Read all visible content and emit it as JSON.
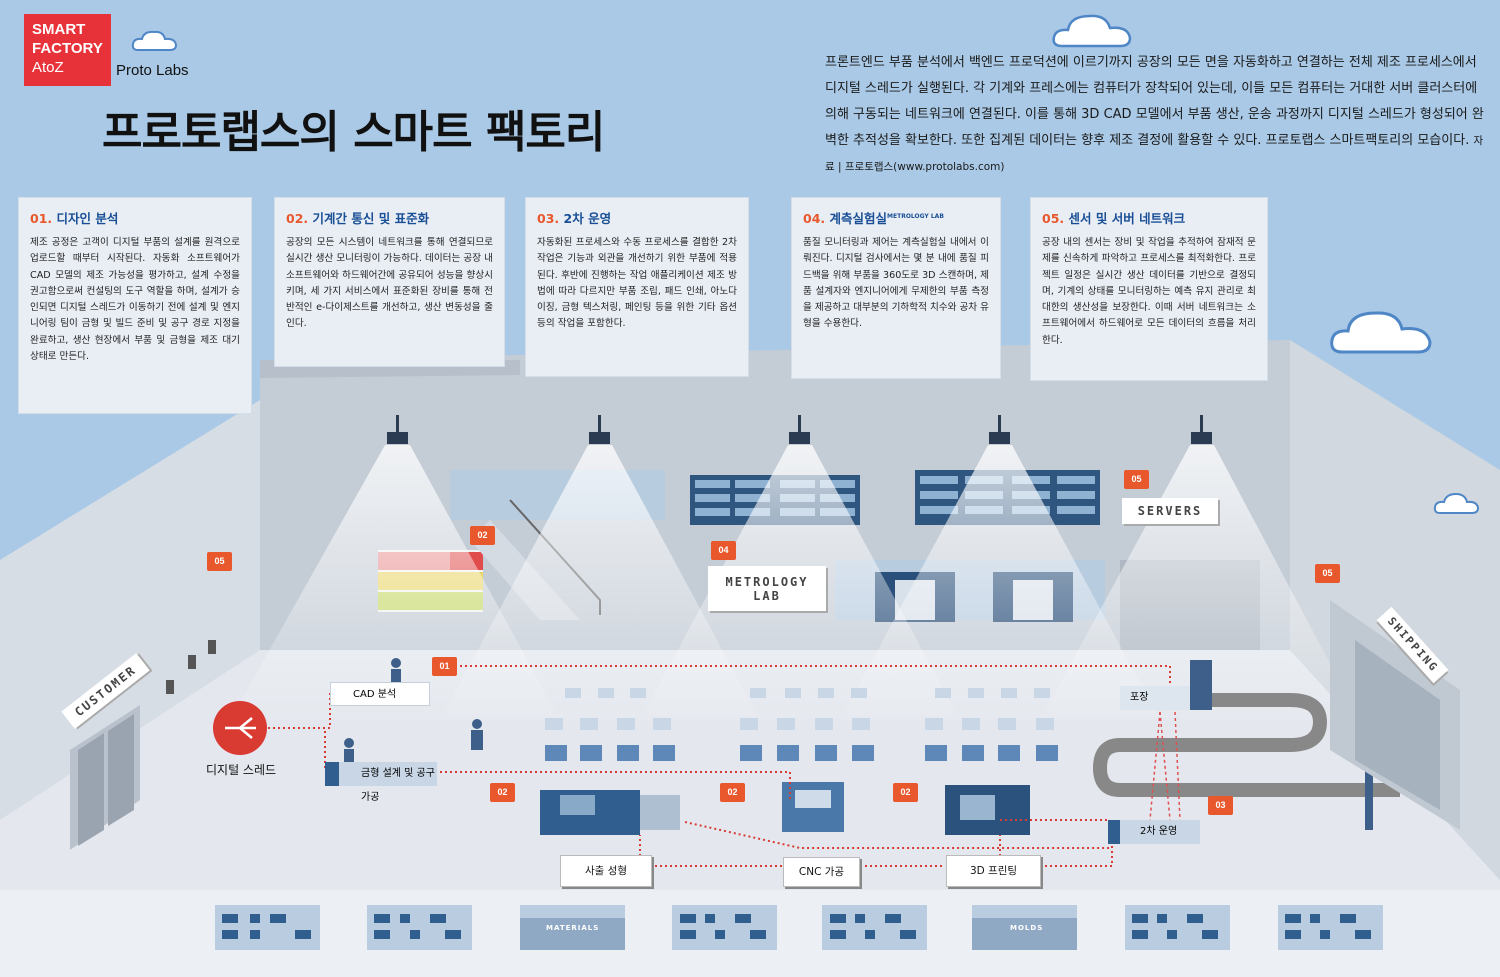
{
  "logo": {
    "line1": "SMART",
    "line2": "FACTORY",
    "line3": "AtoZ"
  },
  "brand": "Proto Labs",
  "title": "프로토랩스의 스마트 팩토리",
  "intro": {
    "text": "프론트엔드 부품 분석에서 백엔드 프로덕션에 이르기까지 공장의 모든 면을 자동화하고 연결하는 전체 제조 프로세스에서 디지털 스레드가 실행된다. 각 기계와 프레스에는 컴퓨터가 장착되어 있는데, 이들 모든 컴퓨터는 거대한 서버 클러스터에 의해 구동되는 네트워크에 연결된다. 이를 통해 3D CAD 모델에서 부품 생산, 운송 과정까지 디지털 스레드가 형성되어 완벽한 추적성을 확보한다. 또한 집계된 데이터는 향후 제조 결정에 활용할 수 있다. 프로토랩스 스마트팩토리의 모습이다.",
    "source": "자료 | 프로토랩스(www.protolabs.com)"
  },
  "cards": [
    {
      "num": "01.",
      "title": "디자인 분석",
      "sup": "",
      "text": "제조 공정은 고객이 디지털 부품의 설계를 원격으로 업로드할 때부터 시작된다. 자동화 소프트웨어가 CAD 모델의 제조 가능성을 평가하고, 설계 수정을 권고함으로써 컨설팅의 도구 역할을 하며, 설계가 승인되면 디지털 스레드가 이동하기 전에 설계 및 엔지니어링 팀이 금형 및 빌드 준비 및 공구 경로 지정을 완료하고, 생산 현장에서 부품 및 금형을 제조 대기 상태로 만든다."
    },
    {
      "num": "02.",
      "title": "기계간 통신 및 표준화",
      "sup": "",
      "text": "공장의 모든 시스템이 네트워크를 통해 연결되므로 실시간 생산 모니터링이 가능하다. 데이터는 공장 내 소프트웨어와 하드웨어간에 공유되어 성능을 향상시키며, 세 가지 서비스에서 표준화된 장비를 통해 전반적인 e-다이제스트를 개선하고, 생산 변동성을 줄인다."
    },
    {
      "num": "03.",
      "title": "2차 운영",
      "sup": "",
      "text": "자동화된 프로세스와 수동 프로세스를 결합한 2차 작업은 기능과 외관을 개선하기 위한 부품에 적용된다. 후반에 진행하는 작업 애플리케이션 제조 방법에 따라 다르지만 부품 조립, 패드 인쇄, 아노다이징, 금형 텍스처링, 페인팅 등을 위한 기타 옵션 등의 작업을 포함한다."
    },
    {
      "num": "04.",
      "title": "계측실험실",
      "sup": "METROLOGY LAB",
      "text": "품질 모니터링과 제어는 계측실험실 내에서 이뤄진다. 디지털 검사에서는 몇 분 내에 품질 피드백을 위해 부품을 360도로 3D 스캔하며, 제품 설계자와 엔지니어에게 무제한의 부품 측정을 제공하고 대부분의 기하학적 치수와 공차 유형을 수용한다."
    },
    {
      "num": "05.",
      "title": "센서 및 서버 네트워크",
      "sup": "",
      "text": "공장 내의 센서는 장비 및 작업을 추적하여 잠재적 문제를 신속하게 파악하고 프로세스를 최적화한다. 프로젝트 일정은 실시간 생산 데이터를 기반으로 결정되며, 기계의 상태를 모니터링하는 예측 유지 관리로 최대한의 생산성을 보장한다. 이때 서버 네트워크는 소프트웨어에서 하드웨어로 모든 데이터의 흐름을 처리한다."
    }
  ],
  "badges": [
    "05",
    "02",
    "04",
    "05",
    "05",
    "01",
    "02",
    "02",
    "02",
    "03"
  ],
  "signs": {
    "customer": "CUSTOMER",
    "shipping": "SHIPPING",
    "metrology": "METROLOGY LAB",
    "servers": "SERVERS"
  },
  "stations": {
    "cad": "CAD 분석",
    "thread": "디지털 스레드",
    "tooling": "금형 설계 및 공구 가공",
    "injection": "사출 성형",
    "cnc": "CNC 가공",
    "printing": "3D 프린팅",
    "secondary": "2차 운영",
    "packing": "포장"
  },
  "storage": {
    "materials": "MATERIALS",
    "molds": "MOLDS"
  },
  "colors": {
    "orange": "#e8582c",
    "blue_title": "#1a4f96",
    "sky": "#a9c9e6",
    "red_logo": "#e8323a",
    "thread": "#d93a32"
  }
}
